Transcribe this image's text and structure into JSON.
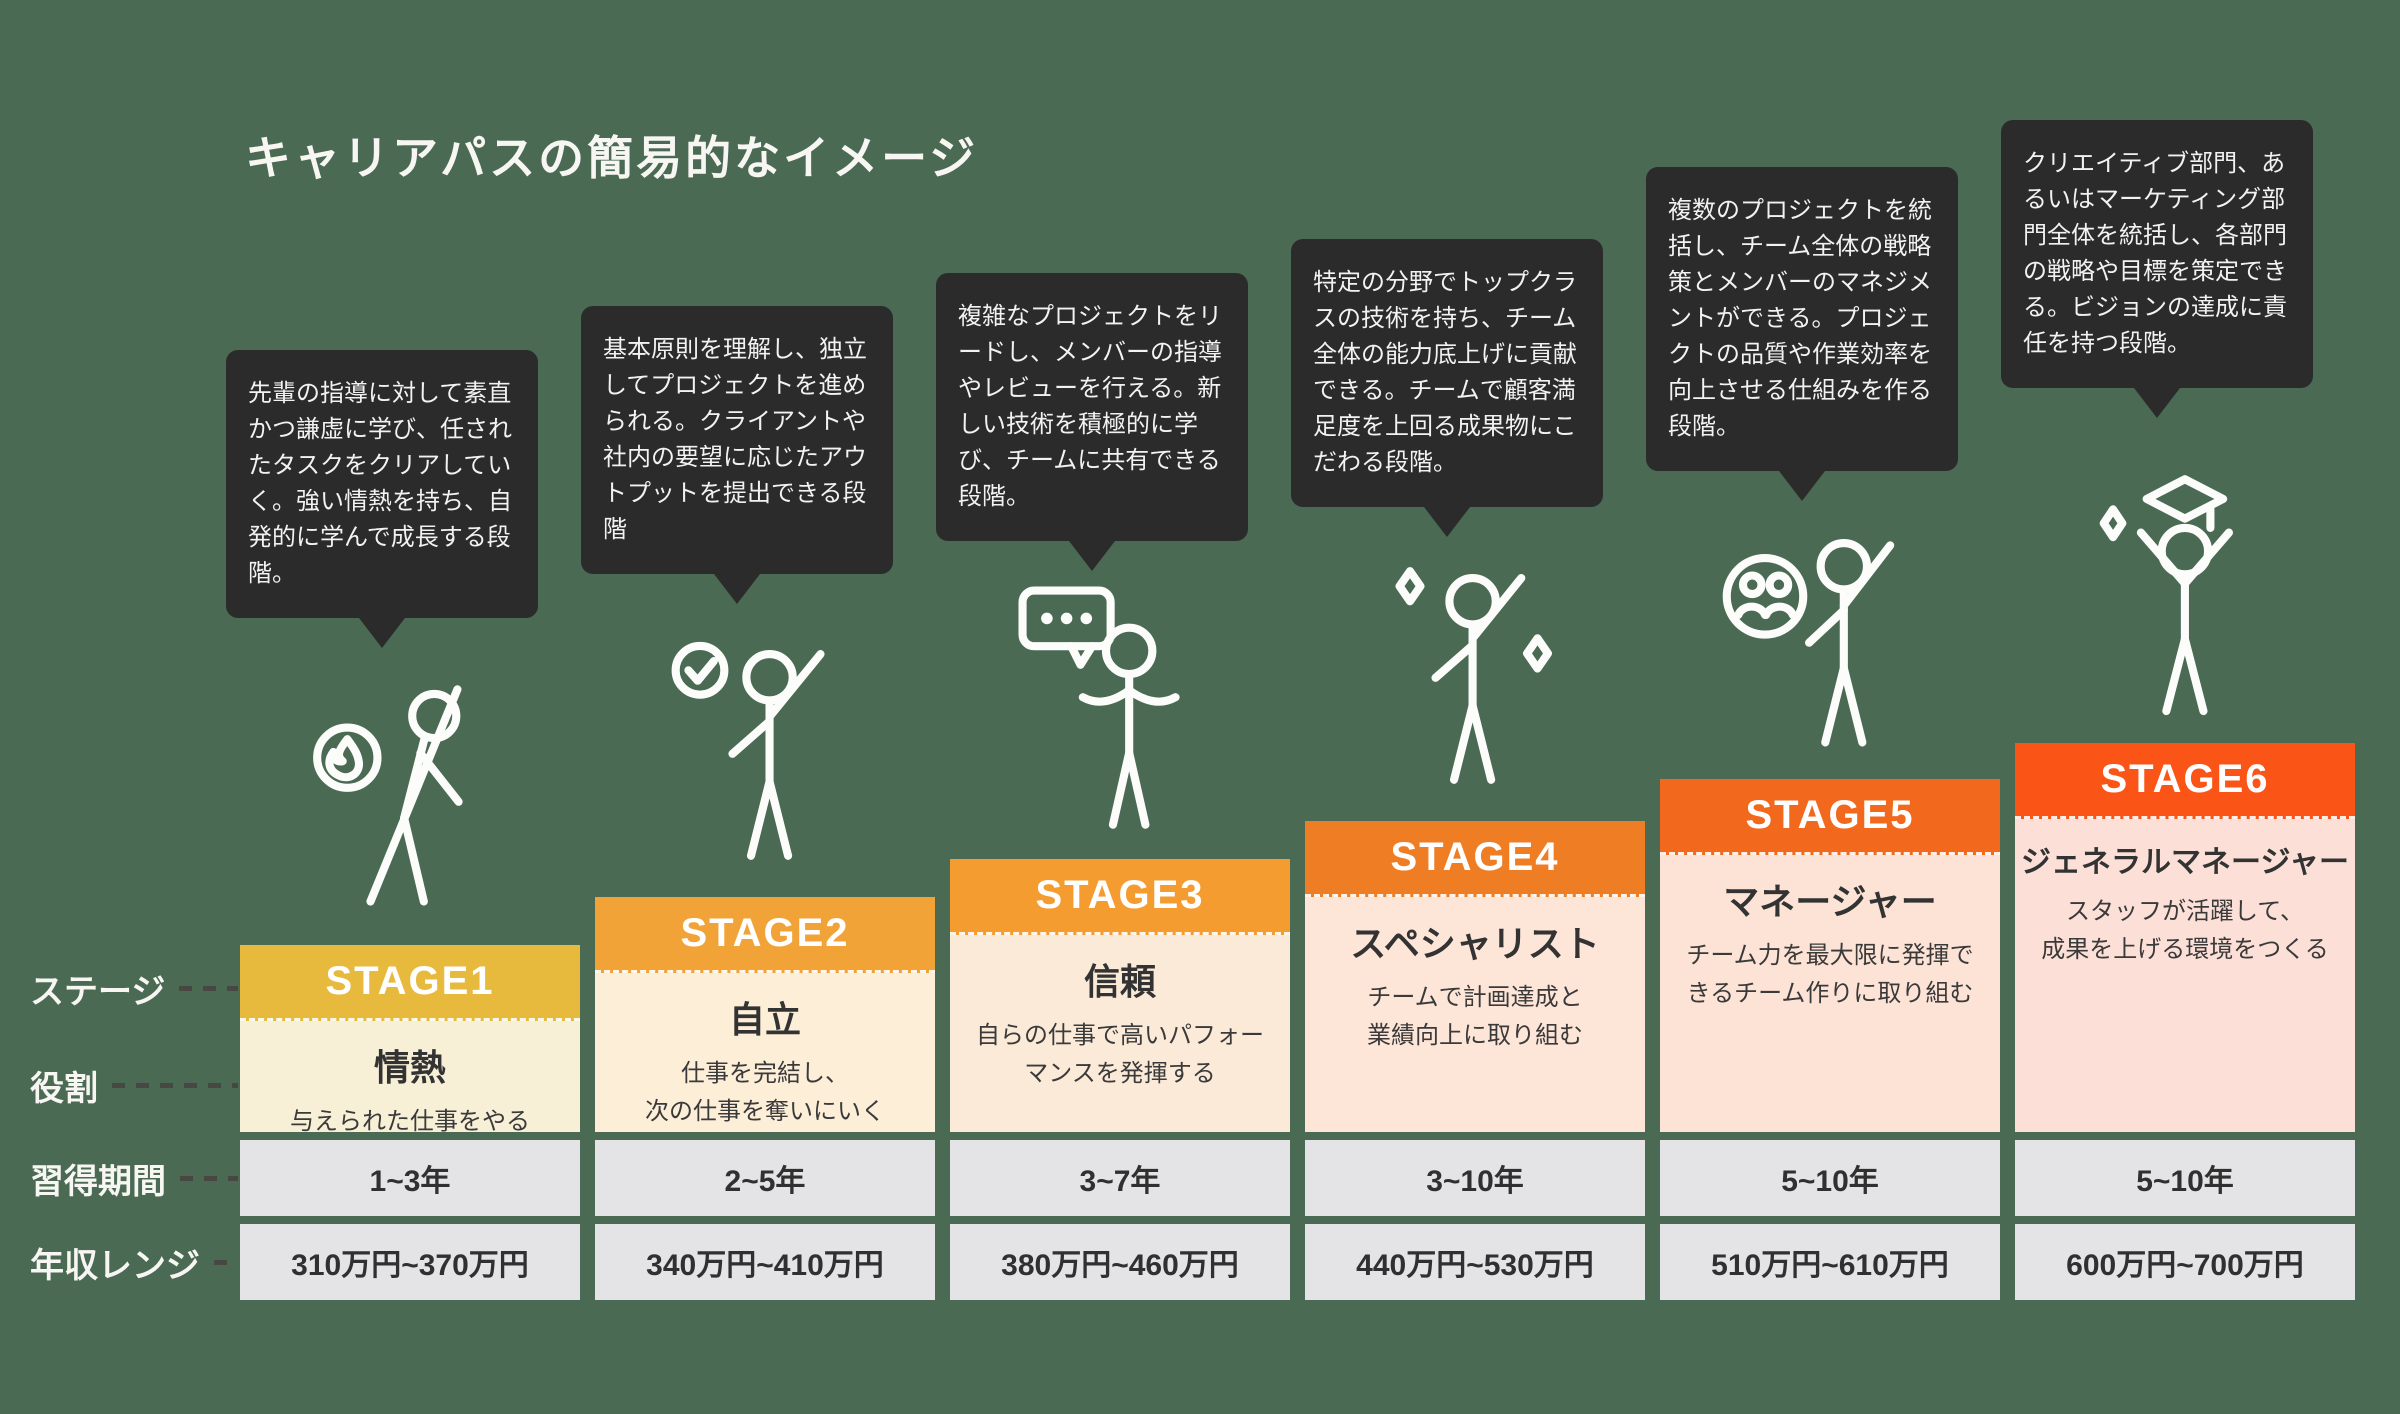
{
  "title": "キャリアパスの簡易的なイメージ",
  "axis_labels": {
    "stage": "ステージ",
    "role": "役割",
    "period": "習得期間",
    "salary": "年収レンジ"
  },
  "colors": {
    "background": "#4a6a54",
    "bubble_bg": "#2b2b2b",
    "row_bg": "#e4e4e6",
    "icon_stroke": "#fcfcfa"
  },
  "stages": [
    {
      "name": "STAGE1",
      "header_color": "#e7ba3e",
      "body_color": "#f7f0d7",
      "bubble": "先輩の指導に対して素直かつ謙虚に学び、任されたタスクをクリアしていく。強い情熱を持ち、自発的に学んで成長する段階。",
      "icon": "flame-person",
      "role_title": "情熱",
      "role_desc": "与えられた仕事をやる",
      "period": "1~3年",
      "salary": "310万円~370万円"
    },
    {
      "name": "STAGE2",
      "header_color": "#f2a338",
      "body_color": "#fdeed8",
      "bubble": "基本原則を理解し、独立してプロジェクトを進められる。クライアントや社内の要望に応じたアウトプットを提出できる段階",
      "icon": "check-person",
      "role_title": "自立",
      "role_desc": "仕事を完結し、\n次の仕事を奪いにいく",
      "period": "2~5年",
      "salary": "340万円~410万円"
    },
    {
      "name": "STAGE3",
      "header_color": "#f59c31",
      "body_color": "#fcead9",
      "bubble": "複雑なプロジェクトをリードし、メンバーの指導やレビューを行える。新しい技術を積極的に学び、チームに共有できる段階。",
      "icon": "speech-person",
      "role_title": "信頼",
      "role_desc": "自らの仕事で高いパフォー\nマンスを発揮する",
      "period": "3~7年",
      "salary": "380万円~460万円"
    },
    {
      "name": "STAGE4",
      "header_color": "#ee7d24",
      "body_color": "#fde5d8",
      "bubble": "特定の分野でトップクラスの技術を持ち、チーム全体の能力底上げに貢献できる。チームで顧客満足度を上回る成果物にこだわる段階。",
      "icon": "sparkle-person",
      "role_title": "スペシャリスト",
      "role_desc": "チームで計画達成と\n業績向上に取り組む",
      "period": "3~10年",
      "salary": "440万円~530万円"
    },
    {
      "name": "STAGE5",
      "header_color": "#f2691e",
      "body_color": "#fce3d6",
      "bubble": "複数のプロジェクトを統括し、チーム全体の戦略策とメンバーのマネジメントができる。プロジェクトの品質や作業効率を向上させる仕組みを作る段階。",
      "icon": "team-person",
      "role_title": "マネージャー",
      "role_desc": "チーム力を最大限に発揮で\nきるチーム作りに取り組む",
      "period": "5~10年",
      "salary": "510万円~610万円"
    },
    {
      "name": "STAGE6",
      "header_color": "#fb5417",
      "body_color": "#fce0d7",
      "bubble": "クリエイティブ部門、あるいはマーケティング部門全体を統括し、各部門の戦略や目標を策定できる。ビジョンの達成に責任を持つ段階。",
      "icon": "graduate-person",
      "role_title": "ジェネラルマネージャー",
      "role_desc": "スタッフが活躍して、\n成果を上げる環境をつくる",
      "period": "5~10年",
      "salary": "600万円~700万円"
    }
  ]
}
